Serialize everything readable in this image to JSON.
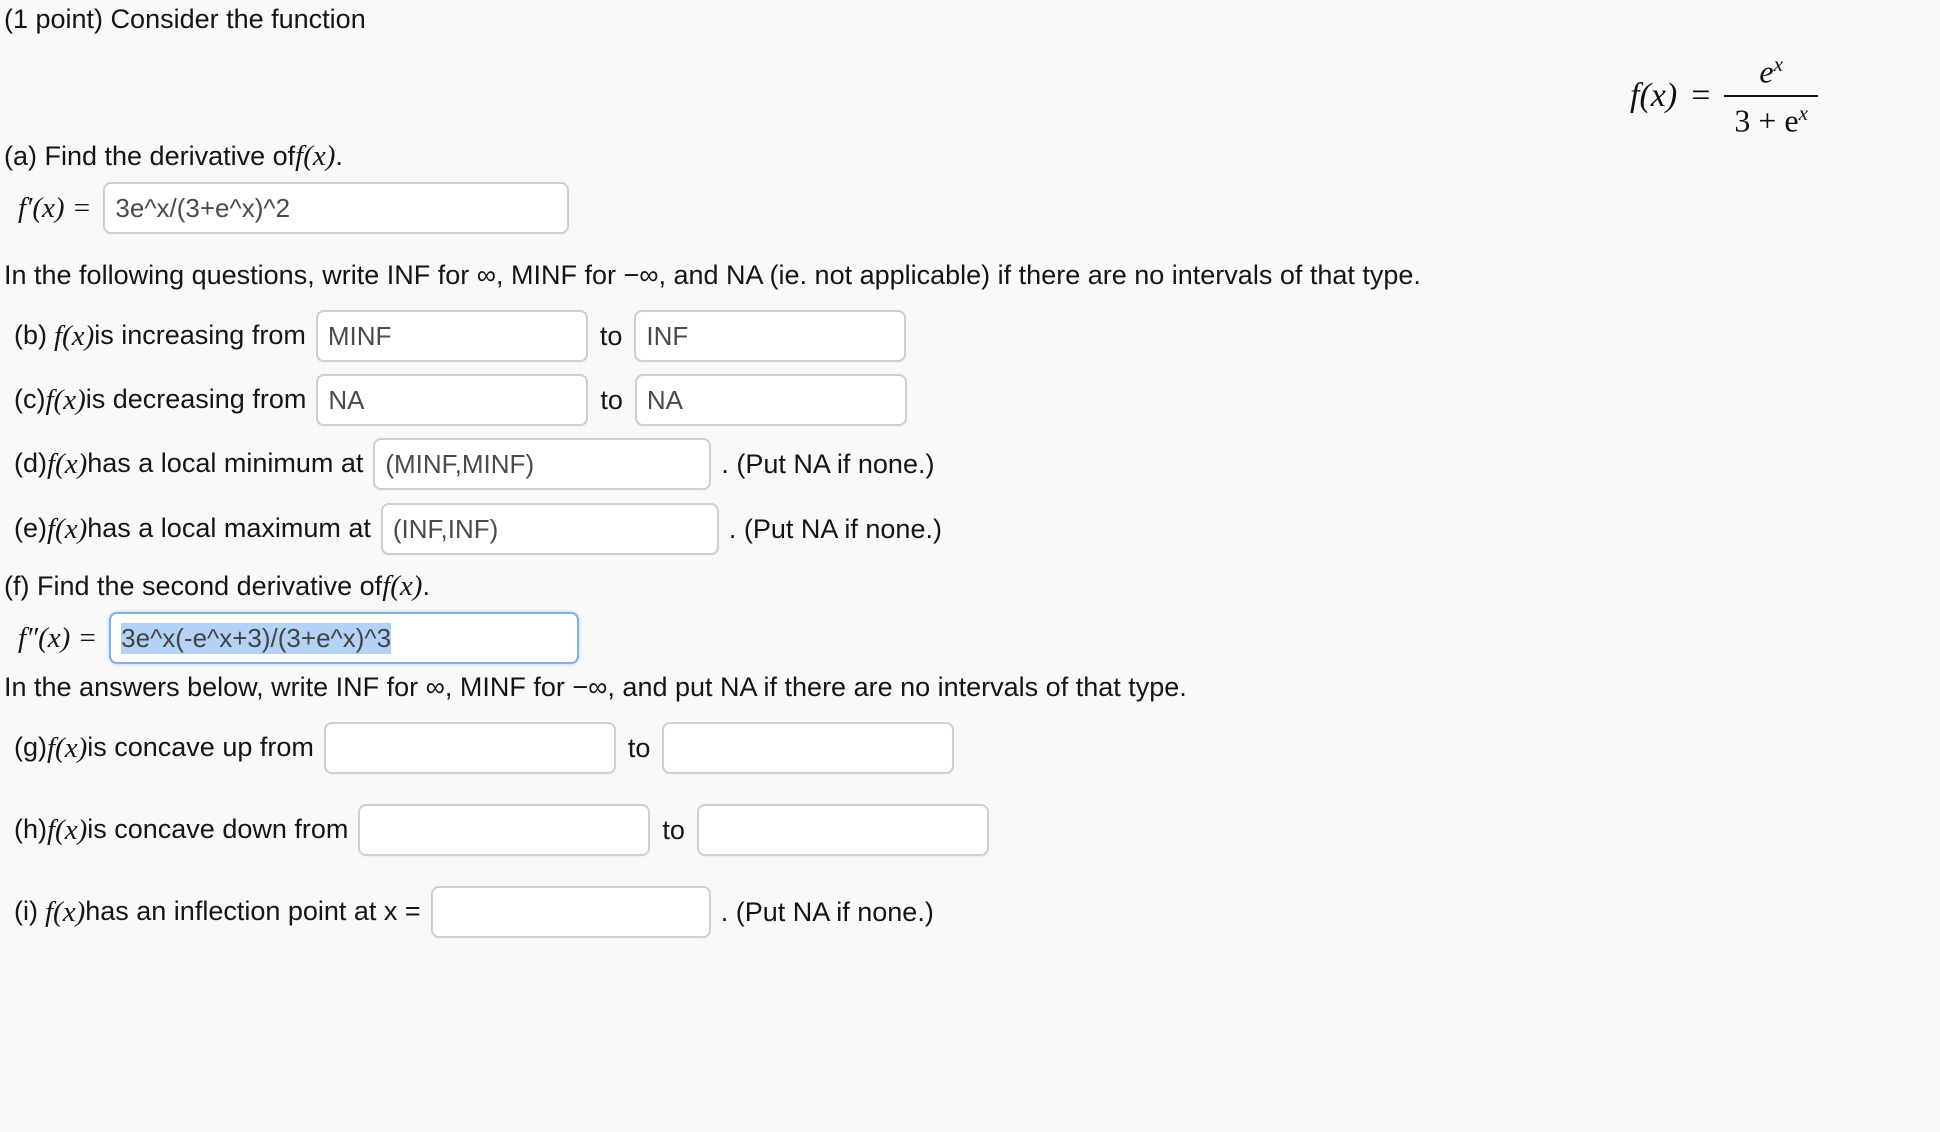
{
  "problem": {
    "intro": "(1 point) Consider the function",
    "equation": {
      "lhs": "f(x)",
      "eq": "=",
      "numerator": "e",
      "numerator_exp": "x",
      "denominator_lead": "3 + e",
      "denominator_exp": "x"
    }
  },
  "parts": {
    "a": {
      "prompt_pre": "(a) Find the derivative of ",
      "prompt_fn": "f(x)",
      "prompt_post": ".",
      "answer_label": "f′(x) =",
      "value": "3e^x/(3+e^x)^2"
    },
    "note1": "In the following questions, write INF for ∞, MINF for −∞, and NA (ie. not applicable) if there are no intervals of that type.",
    "b": {
      "tag": "(b)",
      "fn": "f(x)",
      "text": " is increasing from",
      "from_value": "MINF",
      "to_label": "to",
      "to_value": "INF"
    },
    "c": {
      "tag": "(c)",
      "fn": "f(x)",
      "text": " is decreasing from",
      "from_value": "NA",
      "to_label": "to",
      "to_value": "NA"
    },
    "d": {
      "tag": "(d)",
      "fn": "f(x)",
      "text": " has a local minimum at",
      "value": "(MINF,MINF)",
      "tail": ". (Put NA if none.)"
    },
    "e": {
      "tag": "(e)",
      "fn": "f(x)",
      "text": " has a local maximum at",
      "value": "(INF,INF)",
      "tail": ". (Put NA if none.)"
    },
    "f": {
      "prompt_pre": "(f) Find the second derivative of ",
      "prompt_fn": "f(x)",
      "prompt_post": ".",
      "answer_label": "f″(x) =",
      "value": "3e^x(-e^x+3)/(3+e^x)^3",
      "focused": true
    },
    "note2": "In the answers below, write INF for ∞, MINF for −∞, and put NA if there are no intervals of that type.",
    "g": {
      "tag": "(g)",
      "fn": "f(x)",
      "text": " is concave up from",
      "from_value": "",
      "to_label": "to",
      "to_value": ""
    },
    "h": {
      "tag": "(h)",
      "fn": "f(x)",
      "text": " is concave down from",
      "from_value": "",
      "to_label": "to",
      "to_value": ""
    },
    "i": {
      "tag": "(i)",
      "fn": "f(x)",
      "text": " has an inflection point at x =",
      "value": "",
      "tail": ". (Put NA if none.)"
    }
  },
  "colors": {
    "page_background": "#f9f9f9",
    "input_background": "#ffffff",
    "input_border": "#cfcfcf",
    "input_border_focus": "#7fb0e8",
    "selection_highlight": "#b4d2f6",
    "text": "#151515",
    "input_text": "#4b4b4b"
  }
}
